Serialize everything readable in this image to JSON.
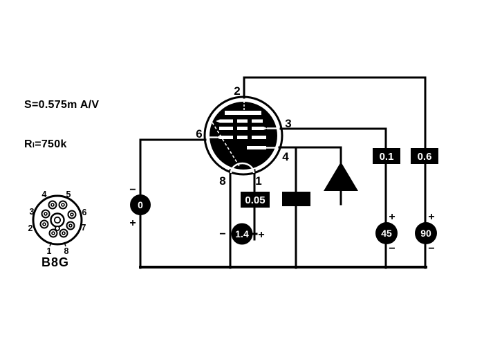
{
  "params": {
    "line1": "S=0.575m A/V",
    "line2_base": "R",
    "line2_sub": "i",
    "line2_value": "=750k"
  },
  "tube": {
    "pin_top": "2",
    "pin_left": "6",
    "pin_right_upper": "3",
    "pin_right_lower": "4",
    "pin_bottom_left": "8",
    "pin_bottom_right": "1"
  },
  "meters": {
    "grid_circuit": "0.05",
    "screen_circuit": "0.1",
    "anode_circuit": "0.6"
  },
  "sources": {
    "grid": {
      "value": "0",
      "sign_top": "−",
      "sign_bottom": "+"
    },
    "bias": {
      "value": "1.4",
      "sign_left": "−",
      "sign_right": "+"
    },
    "screen": {
      "value": "45",
      "sign_top": "+",
      "sign_bottom": "−"
    },
    "anode": {
      "value": "90",
      "sign_top": "+",
      "sign_bottom": "−"
    }
  },
  "socket": {
    "caption": "B8G",
    "pin_labels": {
      "p1": "1",
      "p2": "2",
      "p3": "3",
      "p4": "4",
      "p5": "5",
      "p6": "6",
      "p7": "7",
      "p8": "8"
    }
  },
  "colors": {
    "ink": "#000000",
    "paper": "#ffffff"
  }
}
